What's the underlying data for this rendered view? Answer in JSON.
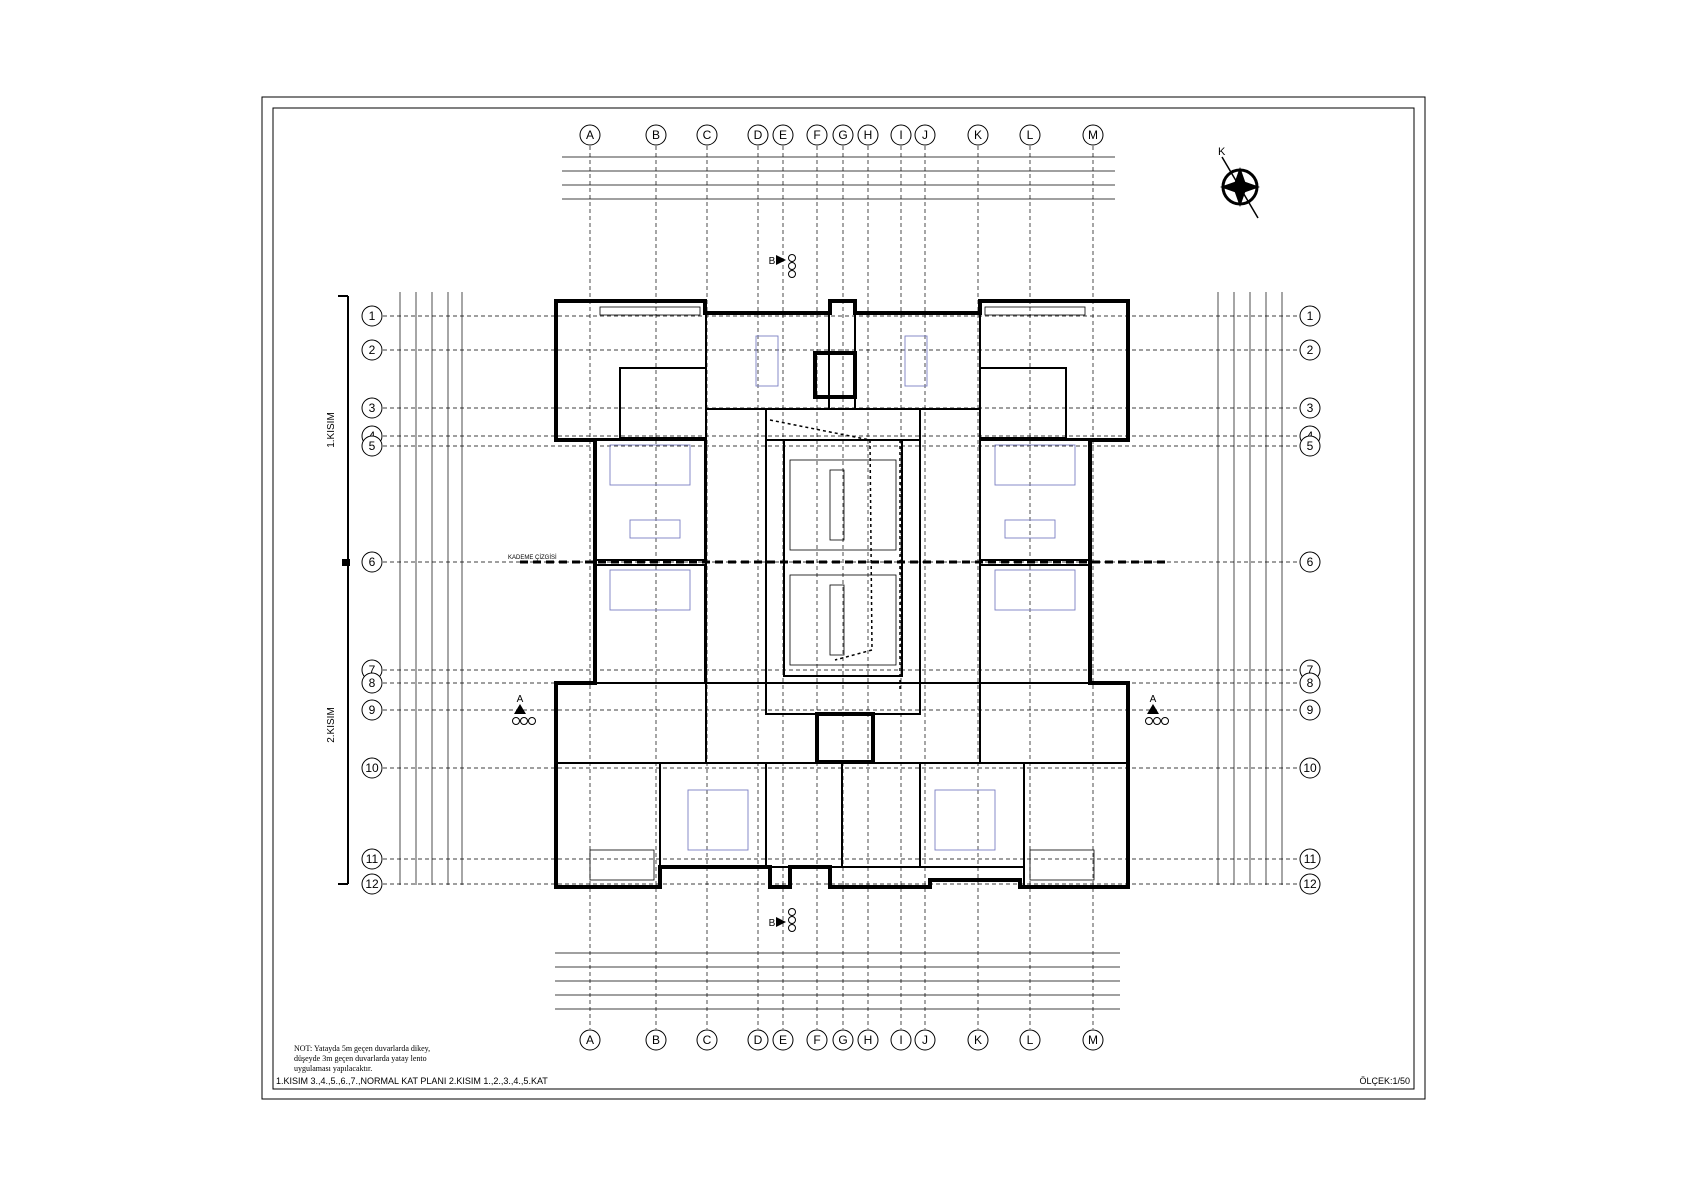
{
  "grid_columns": [
    "A",
    "B",
    "C",
    "D",
    "E",
    "F",
    "G",
    "H",
    "I",
    "J",
    "K",
    "L",
    "M"
  ],
  "grid_rows": [
    "1",
    "2",
    "3",
    "4",
    "5",
    "6",
    "7",
    "8",
    "9",
    "10",
    "11",
    "12"
  ],
  "section_labels": {
    "upper": "1.KISIM",
    "lower": "2.KISIM"
  },
  "section_markers": {
    "a": "A",
    "b": "B"
  },
  "kademe_label": "KADEME ÇİZGİSİ",
  "north_label": "K",
  "note_lines": [
    "NOT: Yatayda 5m geçen duvarlarda dikey,",
    "düşeyde 3m geçen duvarlarda yatay lento",
    "uygulaması yapılacaktır."
  ],
  "title": "1.KISIM 3.,4.,5.,6.,7.,NORMAL KAT PLANI   2.KISIM 1.,2.,3.,4.,5.KAT",
  "scale": "ÖLÇEK:1/50"
}
